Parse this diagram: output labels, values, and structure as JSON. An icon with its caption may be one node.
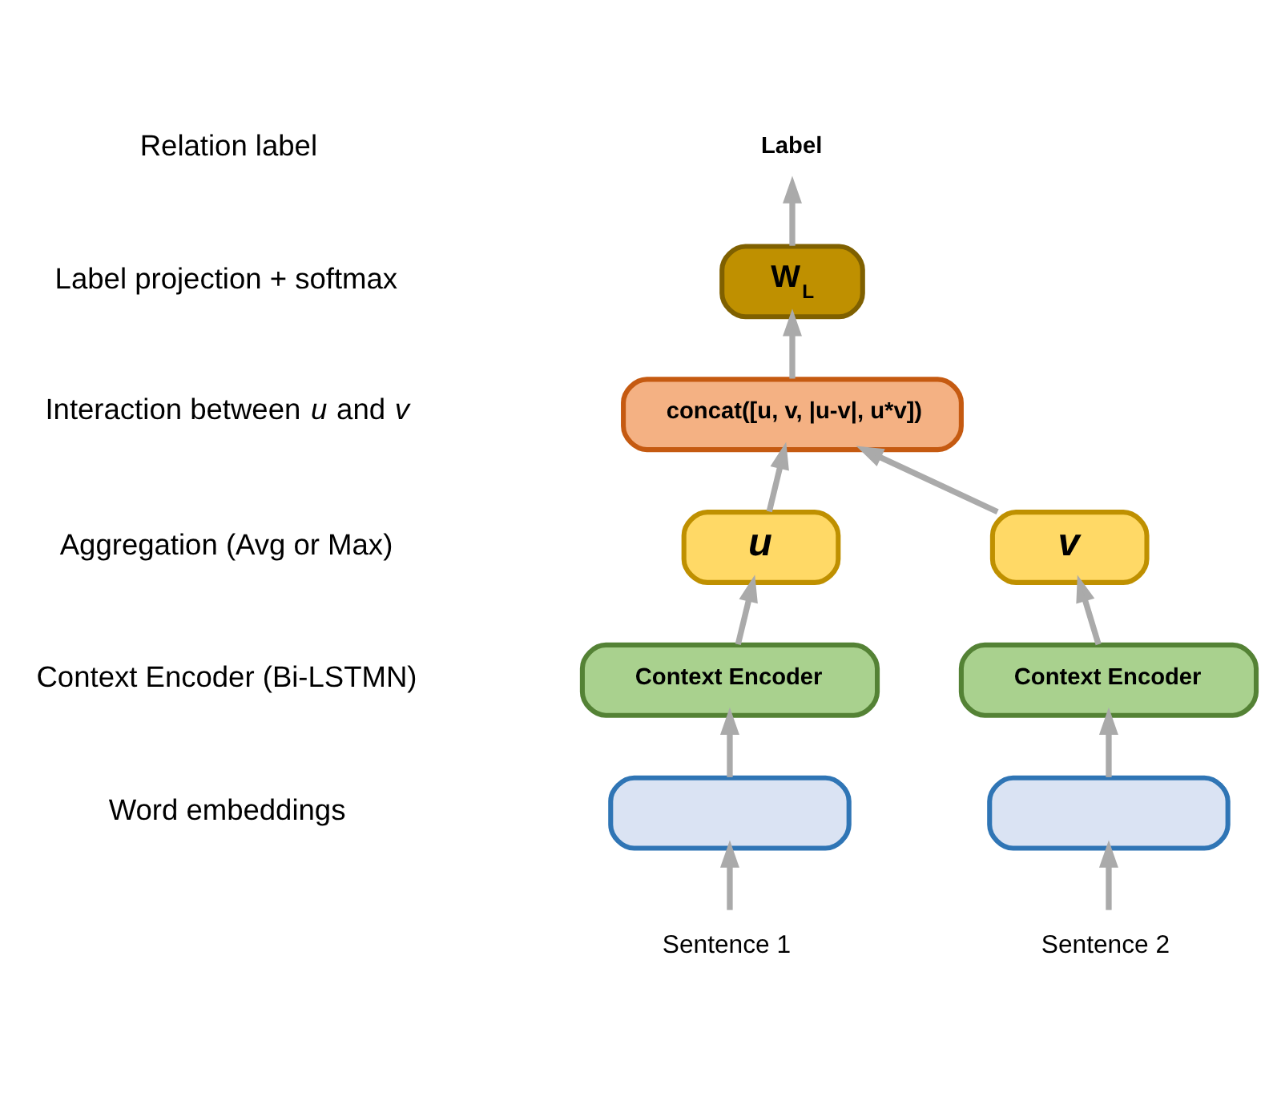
{
  "diagram": {
    "nodes": [
      {
        "text": [
          "Label"
        ]
      },
      {
        "text": [
          "W$_{L}$"
        ]
      },
      {
        "text": [
          "concat([u, v, |u-v|, u*v])"
        ]
      },
      {
        "text": [
          "u"
        ]
      },
      {
        "text": [
          "v"
        ]
      },
      {
        "text": [
          "Context Encoder"
        ]
      },
      {
        "text": [
          "Context Encoder"
        ]
      },
      {
        "text": [],
        "shape": "box"
      },
      {
        "text": [],
        "shape": "box"
      },
      {
        "text": [
          "Sentence 1"
        ]
      },
      {
        "text": [
          "Sentence 2"
        ]
      }
    ],
    "edges": [
      {
        "from": 1,
        "to": 0,
        "arrow": "to"
      },
      {
        "from": 2,
        "to": 1,
        "arrow": "to"
      },
      {
        "from": 3,
        "to": 2,
        "arrow": "to"
      },
      {
        "from": 4,
        "to": 2,
        "arrow": "to"
      },
      {
        "from": 5,
        "to": 3,
        "arrow": "to"
      },
      {
        "from": 6,
        "to": 4,
        "arrow": "to"
      },
      {
        "from": 7,
        "to": 5,
        "arrow": "to"
      },
      {
        "from": 8,
        "to": 6,
        "arrow": "to"
      },
      {
        "from": 9,
        "to": 7,
        "arrow": "to"
      },
      {
        "from": 10,
        "to": 8,
        "arrow": "to"
      }
    ],
    "labels": [
      "Relation label",
      "Label projection + softmax",
      "Interaction between *u* and *v*",
      "Aggregation (Avg or Max)",
      "Context Encoder (Bi-LSTMN)",
      "Word embeddings"
    ]
  }
}
